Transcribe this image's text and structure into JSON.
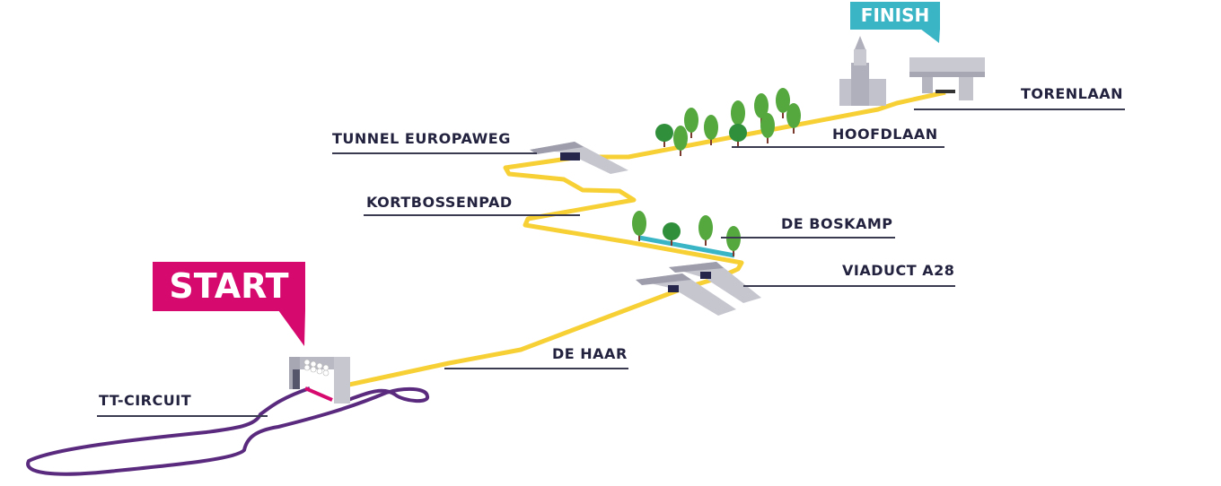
{
  "flags": {
    "start": "START",
    "finish": "FINISH"
  },
  "labels": {
    "tt_circuit": "TT-CIRCUIT",
    "de_haar": "DE HAAR",
    "viaduct_a28": "VIADUCT A28",
    "de_boskamp": "DE BOSKAMP",
    "kortbossenpad": "KORTBOSSENPAD",
    "tunnel_europaweg": "TUNNEL EUROPAWEG",
    "hoofdlaan": "HOOFDLAAN",
    "torenlaan": "TORENLAAN"
  },
  "colors": {
    "route": "#f7d035",
    "circuit": "#5a2a7e",
    "start": "#d6096e",
    "finish": "#3ab5c6",
    "water": "#3ab5c6",
    "tree": "#3c9a3c"
  }
}
